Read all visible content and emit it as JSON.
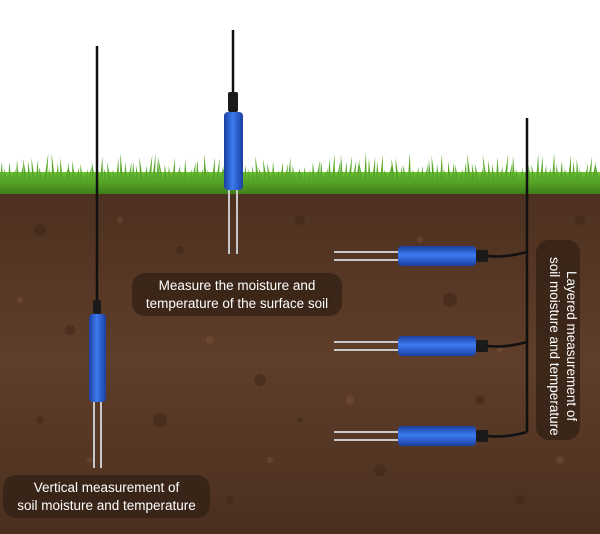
{
  "labels": {
    "surface": {
      "line1": "Measure the moisture and",
      "line2": "temperature of the surface soil"
    },
    "vertical": {
      "line1": "Vertical measurement of",
      "line2": "soil moisture and temperature"
    },
    "layered": {
      "line1": "Layered measurement of",
      "line2": "soil moisture and temperature"
    }
  },
  "colors": {
    "sky": "#ffffff",
    "grass": "#4f9a24",
    "soil": "#5a3a26",
    "probe_body": "#2a5fd8",
    "cable": "#111111",
    "label_bg": "#342216"
  },
  "icons": [
    "soil-moisture-probe-icon",
    "cable-icon",
    "grass-icon"
  ]
}
